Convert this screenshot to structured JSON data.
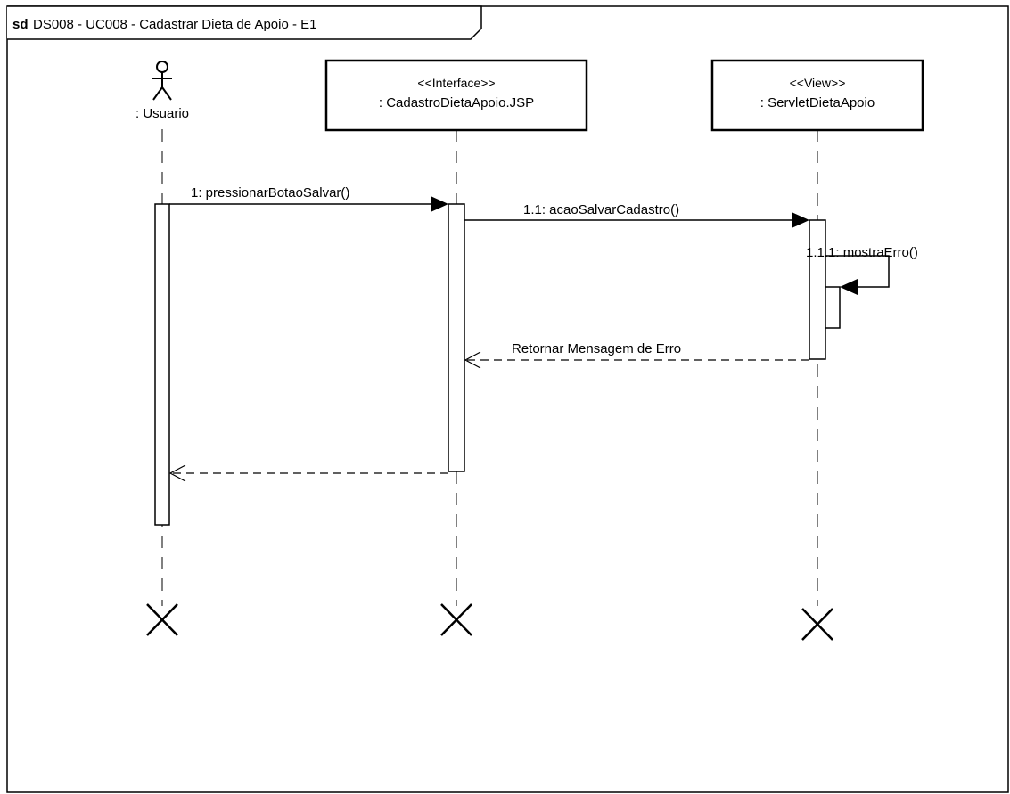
{
  "frame": {
    "keyword": "sd",
    "title": "DS008 - UC008 - Cadastrar Dieta de Apoio - E1"
  },
  "lifelines": {
    "usuario": {
      "name": ": Usuario"
    },
    "jsp": {
      "stereotype": "<<Interface>>",
      "name": ": CadastroDietaApoio.JSP"
    },
    "servlet": {
      "stereotype": "<<View>>",
      "name": ": ServletDietaApoio"
    }
  },
  "messages": {
    "m1": "1: pressionarBotaoSalvar()",
    "m11": "1.1: acaoSalvarCadastro()",
    "m111": "1.1.1: mostraErro()",
    "ret1": "Retornar Mensagem de Erro",
    "ret2": ""
  },
  "colors": {
    "stroke": "#000000",
    "background": "#ffffff"
  }
}
